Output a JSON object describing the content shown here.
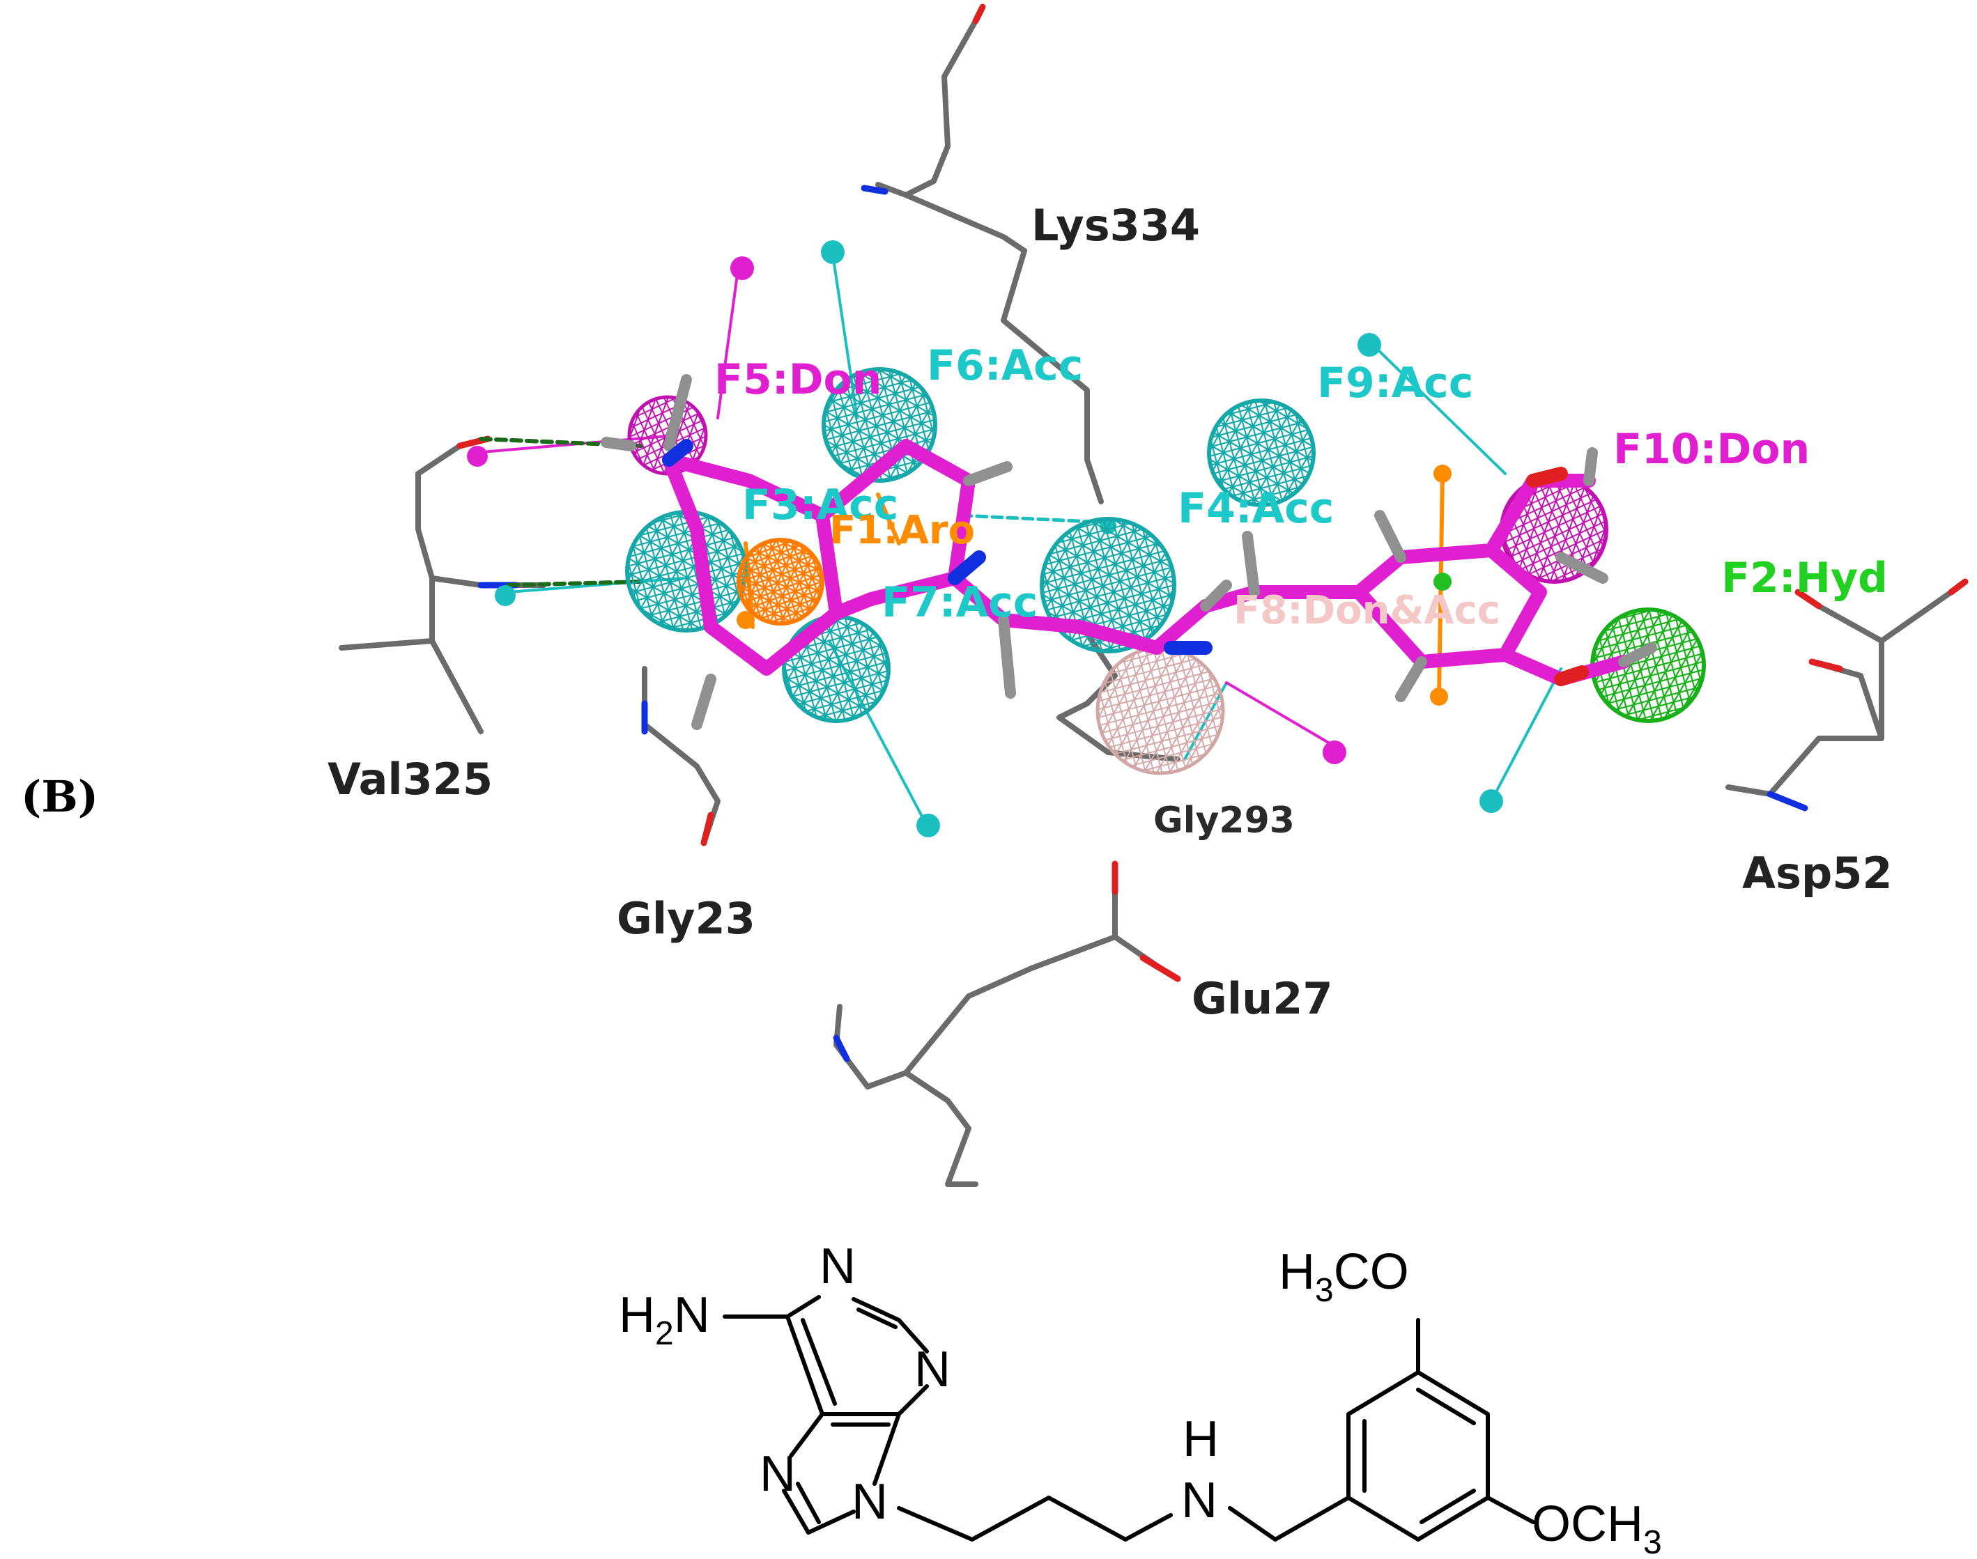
{
  "panel_label": "(B)",
  "residues": {
    "lys334": "Lys334",
    "val325": "Val325",
    "gly23": "Gly23",
    "gly293": "Gly293",
    "glu27": "Glu27",
    "asp52": "Asp52"
  },
  "features": {
    "f5": "F5:Don",
    "f6": "F6:Acc",
    "f9": "F9:Acc",
    "f10": "F10:Don",
    "f3": "F3:Acc",
    "f4": "F4:Acc",
    "f7": "F7:Acc",
    "f8": "F8:Don&Acc",
    "f2": "F2:Hyd",
    "f1": "F1:Aro"
  },
  "colors": {
    "residue_stick": "#666666",
    "ligand": "#e020d0",
    "acceptor": "#1cbfbf",
    "donor": "#e020d0",
    "aromatic": "#ff8c00",
    "hydrophobic": "#22c022",
    "don_acc": "#f0c0c0",
    "oxygen": "#e02020",
    "nitrogen": "#1030e0"
  },
  "structure": {
    "h2n": "H",
    "h2n_sub": "2",
    "h2n_n": "N",
    "n_top": "N",
    "n_right": "N",
    "n_left": "N",
    "n9": "N",
    "nh_h": "H",
    "nh_n": "N",
    "h3co_h": "H",
    "h3co_sub": "3",
    "h3co_co": "CO",
    "och3": "OCH",
    "och3_sub": "3"
  }
}
